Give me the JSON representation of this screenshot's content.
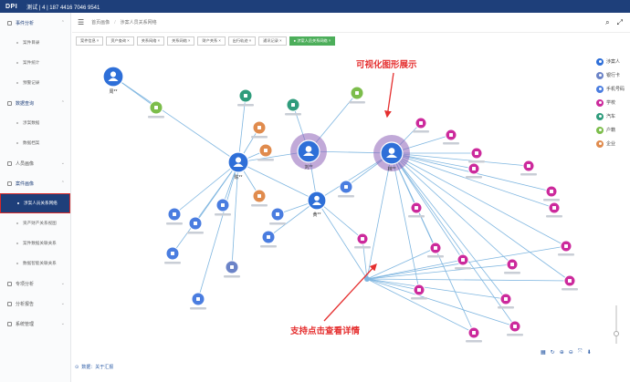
{
  "topbar": {
    "logo": "DPI",
    "user_label": "测试 | 4 | 187 4416 7046 9541"
  },
  "sidebar": {
    "sections": [
      {
        "label": "事件分析",
        "open": true,
        "items": [
          "案件目录",
          "案件统计",
          "预警记录"
        ]
      },
      {
        "label": "数据查询",
        "open": true,
        "items": [
          "涉案数据",
          "数据档案"
        ]
      },
      {
        "label": "人员画像",
        "open": false,
        "items": []
      },
      {
        "label": "案件画像",
        "open": true,
        "items": [
          "涉案人员关系网络",
          "资产财产关系视图",
          "案件数据关联关系",
          "数据智能关联关系"
        ]
      },
      {
        "label": "专项分析",
        "open": false,
        "items": []
      },
      {
        "label": "分析报告",
        "open": false,
        "items": []
      },
      {
        "label": "系统管理",
        "open": false,
        "items": []
      }
    ],
    "active_item": "涉案人员关系网络"
  },
  "header": {
    "breadcrumb": [
      "首页画像",
      "涉案人员关系网络"
    ]
  },
  "tabs": [
    "案件信息",
    "资产查询",
    "关系网络",
    "关系网络",
    "财产关系",
    "出行轨迹",
    "通讯记录",
    "涉案人员关系网络"
  ],
  "legend": [
    {
      "label": "涉案人",
      "color": "#2e6fd8"
    },
    {
      "label": "银行卡",
      "color": "#6b83c7"
    },
    {
      "label": "手机号码",
      "color": "#4a7de0"
    },
    {
      "label": "学校",
      "color": "#cc2a9c"
    },
    {
      "label": "汽车",
      "color": "#2f9c7c"
    },
    {
      "label": "户籍",
      "color": "#7cbd4b"
    },
    {
      "label": "企业",
      "color": "#e08b4d"
    }
  ],
  "persons": [
    {
      "id": "p1",
      "name": "周**",
      "highlight": false
    },
    {
      "id": "p2",
      "name": "陈**",
      "highlight": false
    },
    {
      "id": "p3",
      "name": "刘**",
      "highlight": true
    },
    {
      "id": "p4",
      "name": "黄**",
      "highlight": false
    },
    {
      "id": "p5",
      "name": "林**",
      "highlight": true
    }
  ],
  "annotations": {
    "top": "可视化图形展示",
    "bottom": "支持点击查看详情"
  },
  "footer": {
    "label": "数据：关于汇报"
  },
  "colors": {
    "brand": "#1e3f7a",
    "active_tab": "#4cae5a",
    "annotation": "#e53030",
    "edge": "#7fb6e0"
  }
}
